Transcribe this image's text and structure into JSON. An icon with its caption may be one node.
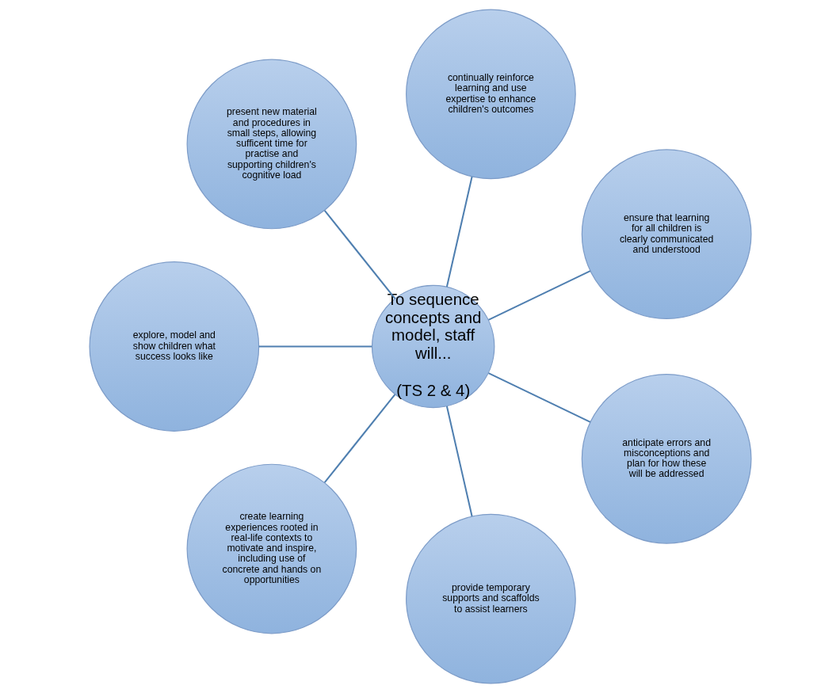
{
  "diagram": {
    "nodes": [
      {
        "text": [
          "To sequence concepts and model, staff will...",
          "(TS 2 & 4)"
        ]
      },
      {
        "text": [
          "ensure that learning for all children is clearly communicated and understood"
        ]
      },
      {
        "text": [
          "continually reinforce learning and use expertise to enhance children's outcomes"
        ]
      },
      {
        "text": [
          "present new material and procedures in small steps, allowing sufficent time for practise and supporting children's cognitive load"
        ]
      },
      {
        "text": [
          "explore, model and show children what success looks like"
        ]
      },
      {
        "text": [
          "create learning experiences rooted in real-life contexts to motivate and inspire, including use of concrete and hands on opportunities"
        ]
      },
      {
        "text": [
          "provide temporary supports and scaffolds to assist learners"
        ]
      },
      {
        "text": [
          "anticipate errors and misconceptions and plan for how these will be addressed"
        ]
      }
    ],
    "edges": [
      {
        "from": 0,
        "to": 1,
        "arrow": "none"
      },
      {
        "from": 0,
        "to": 2,
        "arrow": "none"
      },
      {
        "from": 0,
        "to": 3,
        "arrow": "none"
      },
      {
        "from": 0,
        "to": 4,
        "arrow": "none"
      },
      {
        "from": 0,
        "to": 5,
        "arrow": "none"
      },
      {
        "from": 0,
        "to": 6,
        "arrow": "none"
      },
      {
        "from": 0,
        "to": 7,
        "arrow": "none"
      }
    ]
  }
}
